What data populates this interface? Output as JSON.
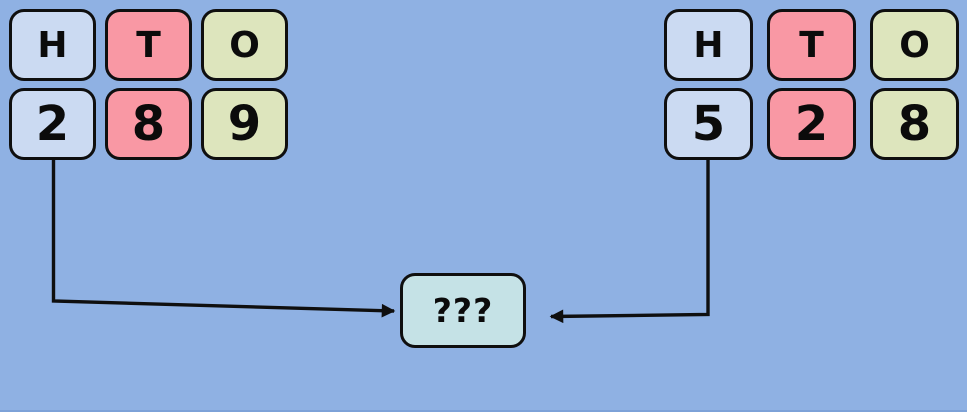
{
  "colors": {
    "background": "#8fb1e3",
    "hundreds_card": "#cbdaf2",
    "tens_card": "#f998a4",
    "ones_card": "#dde5bd",
    "result_card": "#c5e2e6",
    "outline": "#0f0f0f",
    "arrow": "#0f0f0f"
  },
  "left_chart": {
    "columns": [
      {
        "header": "H",
        "digit": "2"
      },
      {
        "header": "T",
        "digit": "8"
      },
      {
        "header": "O",
        "digit": "9"
      }
    ]
  },
  "right_chart": {
    "columns": [
      {
        "header": "H",
        "digit": "5"
      },
      {
        "header": "T",
        "digit": "2"
      },
      {
        "header": "O",
        "digit": "8"
      }
    ]
  },
  "result_box": {
    "label": "???"
  }
}
